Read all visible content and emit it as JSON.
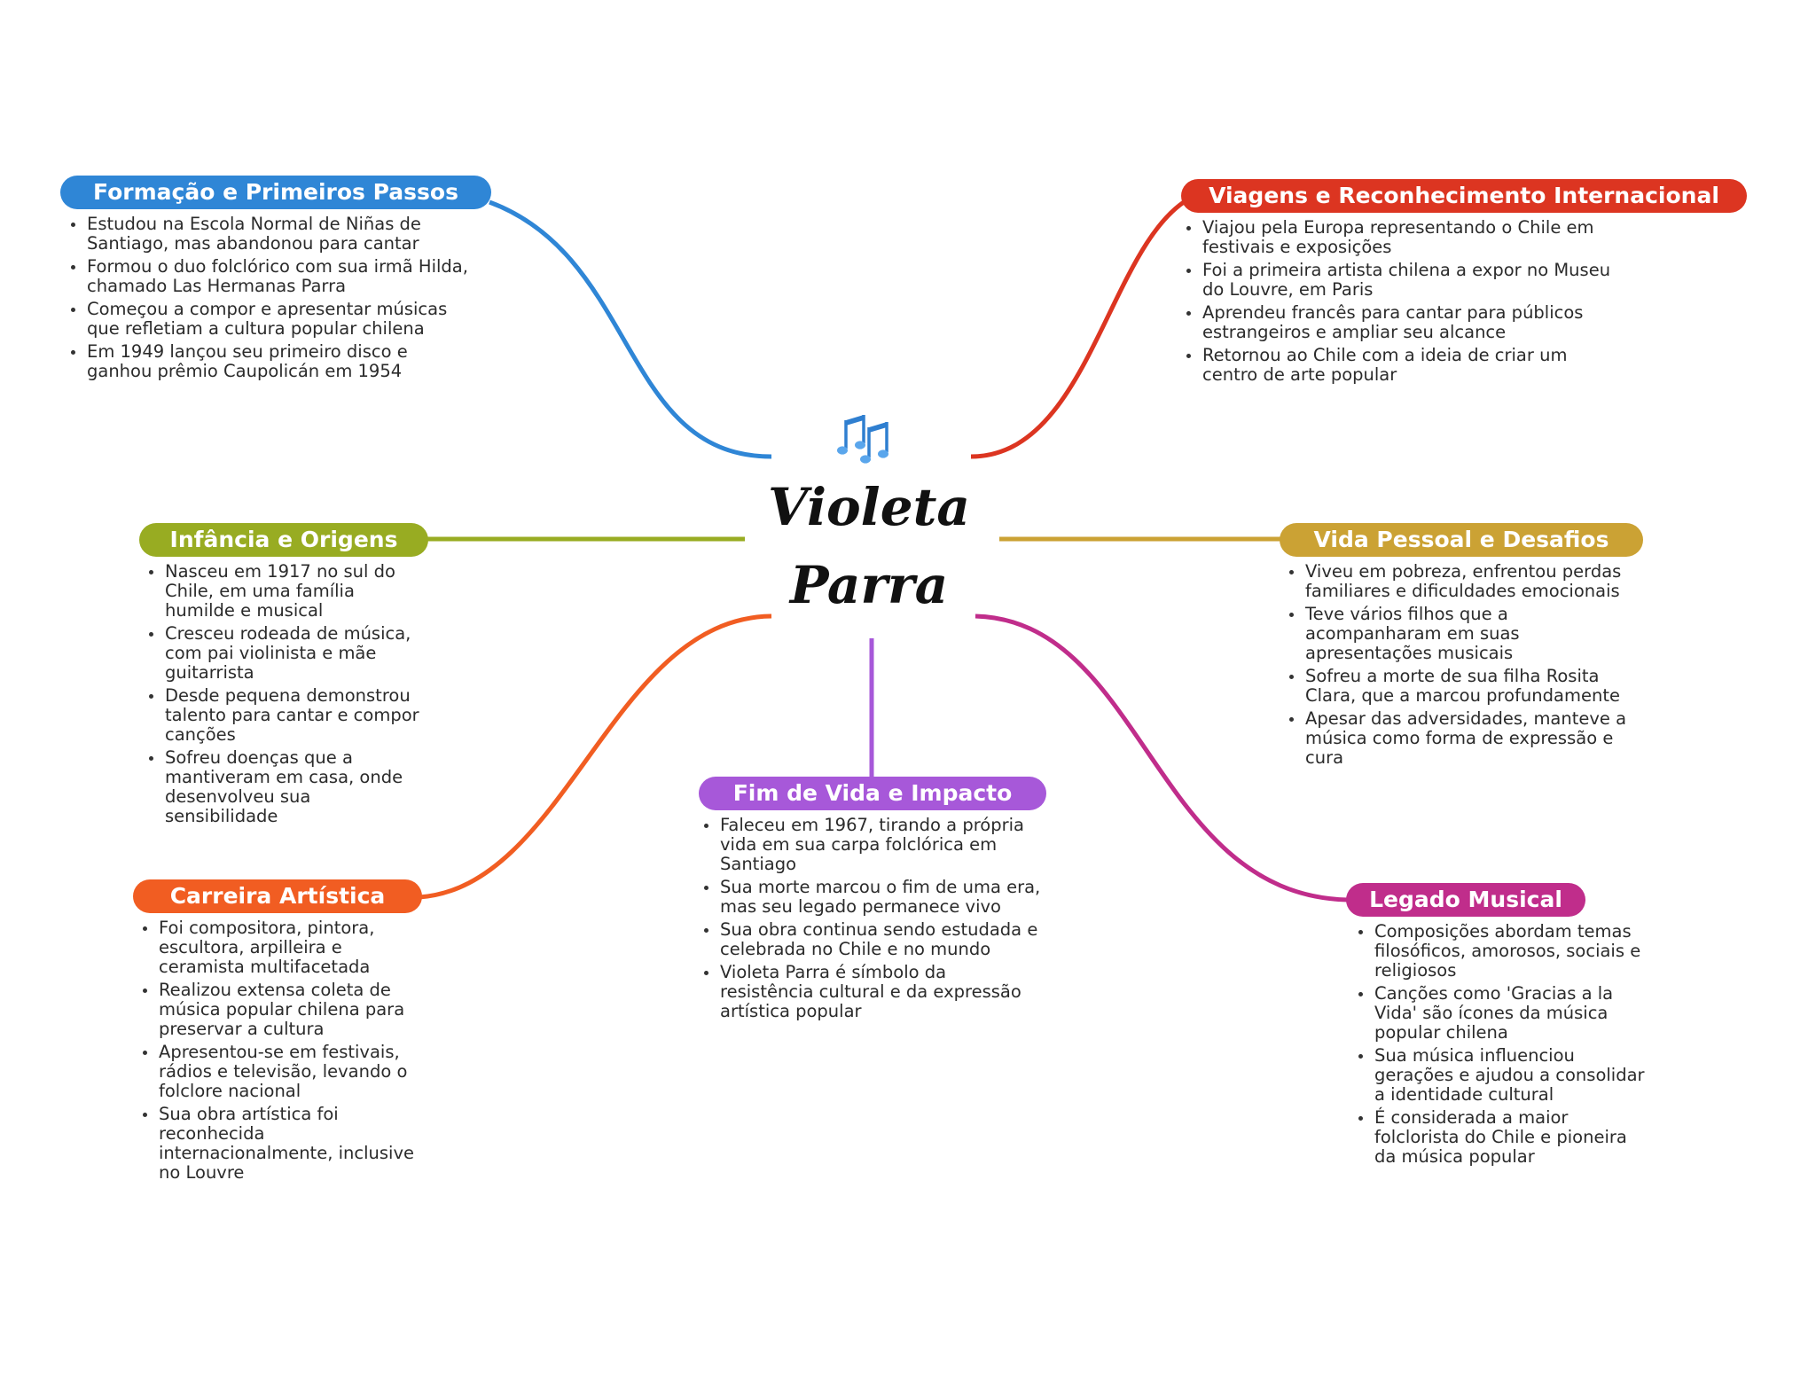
{
  "title": {
    "line1": "Violeta",
    "line2": "Parra"
  },
  "center_icon": "music-notes-icon",
  "colors": {
    "formacao": "#2f86d6",
    "viagens": "#dc3521",
    "infancia": "#98ac22",
    "vida": "#cba234",
    "carreira": "#f15d22",
    "fim": "#a758d9",
    "legado": "#c02d8b"
  },
  "branches": {
    "formacao": {
      "label": "Formação e Primeiros Passos",
      "items": [
        "Estudou na Escola Normal de Niñas de Santiago, mas abandonou para cantar",
        "Formou o duo folclórico com sua irmã Hilda, chamado Las Hermanas Parra",
        "Começou a compor e apresentar músicas que refletiam a cultura popular chilena",
        "Em 1949 lançou seu primeiro disco e ganhou prêmio Caupolicán em 1954"
      ]
    },
    "viagens": {
      "label": "Viagens e Reconhecimento Internacional",
      "items": [
        "Viajou pela Europa representando o Chile em festivais e exposições",
        "Foi a primeira artista chilena a expor no Museu do Louvre, em Paris",
        "Aprendeu francês para cantar para públicos estrangeiros e ampliar seu alcance",
        "Retornou ao Chile com a ideia de criar um centro de arte popular"
      ]
    },
    "infancia": {
      "label": "Infância e Origens",
      "items": [
        "Nasceu em 1917 no sul do Chile, em uma família humilde e musical",
        "Cresceu rodeada de música, com pai violinista e mãe guitarrista",
        "Desde pequena demonstrou talento para cantar e compor canções",
        "Sofreu doenças que a mantiveram em casa, onde desenvolveu sua sensibilidade"
      ]
    },
    "vida": {
      "label": "Vida Pessoal e Desafios",
      "items": [
        "Viveu em pobreza, enfrentou perdas familiares e dificuldades emocionais",
        "Teve vários filhos que a acompanharam em suas apresentações musicais",
        "Sofreu a morte de sua filha Rosita Clara, que a marcou profundamente",
        "Apesar das adversidades, manteve a música como forma de expressão e cura"
      ]
    },
    "carreira": {
      "label": "Carreira Artística",
      "items": [
        "Foi compositora, pintora, escultora, arpilleira e ceramista multifacetada",
        "Realizou extensa coleta de música popular chilena para preservar a cultura",
        "Apresentou-se em festivais, rádios e televisão, levando o folclore nacional",
        "Sua obra artística foi reconhecida internacionalmente, inclusive no Louvre"
      ]
    },
    "fim": {
      "label": "Fim de Vida e Impacto",
      "items": [
        "Faleceu em 1967, tirando a própria vida em sua carpa folclórica em Santiago",
        "Sua morte marcou o fim de uma era, mas seu legado permanece vivo",
        "Sua obra continua sendo estudada e celebrada no Chile e no mundo",
        "Violeta Parra é símbolo da resistência cultural e da expressão artística popular"
      ]
    },
    "legado": {
      "label": "Legado Musical",
      "items": [
        "Composições abordam temas filosóficos, amorosos, sociais e religiosos",
        "Canções como 'Gracias a la Vida' são ícones da música popular chilena",
        "Sua música influenciou gerações e ajudou a consolidar a identidade cultural",
        "É considerada a maior folclorista do Chile e pioneira da música popular"
      ]
    }
  }
}
